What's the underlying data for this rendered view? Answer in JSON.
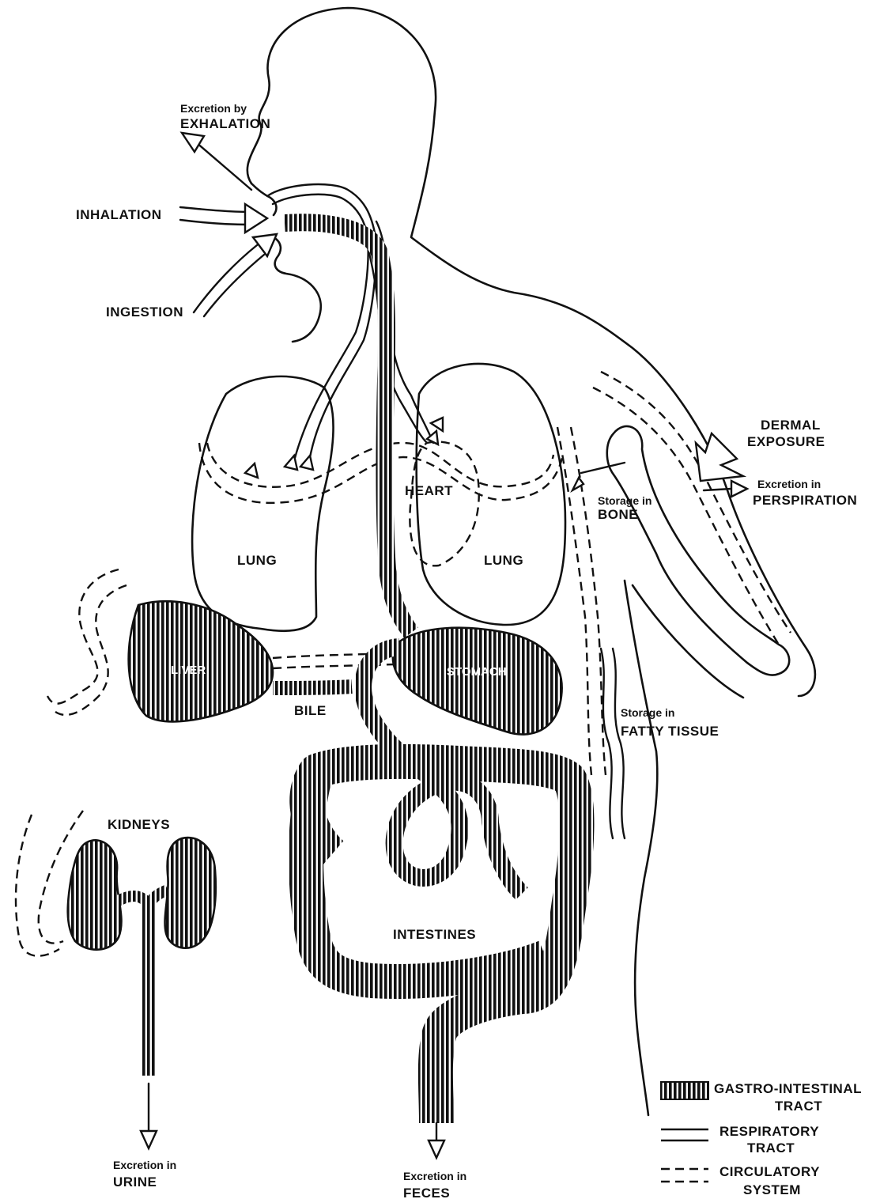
{
  "labels": {
    "exhalation_small": "Excretion by",
    "exhalation_big": "EXHALATION",
    "inhalation": "INHALATION",
    "ingestion": "INGESTION",
    "heart": "HEART",
    "lung_left": "LUNG",
    "lung_right": "LUNG",
    "liver": "LIVER",
    "stomach": "STOMACH",
    "bile": "BILE",
    "kidneys": "KIDNEYS",
    "intestines": "INTESTINES",
    "dermal_line1": "DERMAL",
    "dermal_line2": "EXPOSURE",
    "perspiration_small": "Excretion in",
    "perspiration_big": "PERSPIRATION",
    "bone_small": "Storage in",
    "bone_big": "BONE",
    "fatty_small": "Storage in",
    "fatty_big": "FATTY TISSUE",
    "urine_small": "Excretion in",
    "urine_big": "URINE",
    "feces_small": "Excretion in",
    "feces_big": "FECES"
  },
  "legend": {
    "gi_line1": "GASTRO-INTESTINAL",
    "gi_line2": "TRACT",
    "resp_line1": "RESPIRATORY",
    "resp_line2": "TRACT",
    "circ_line1": "CIRCULATORY",
    "circ_line2": "SYSTEM"
  }
}
